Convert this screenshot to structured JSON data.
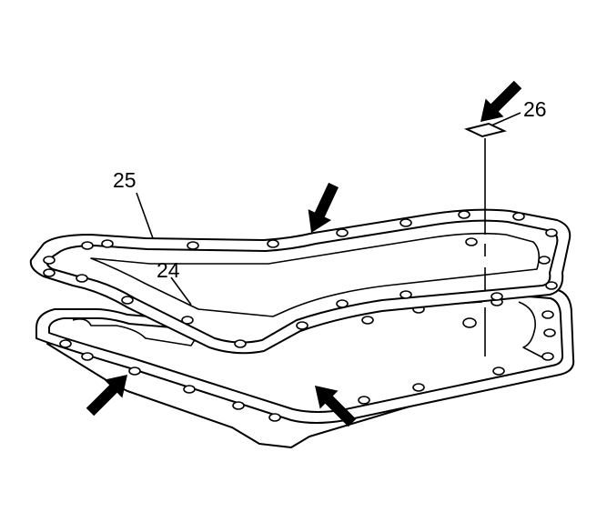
{
  "diagram": {
    "callouts": {
      "gasket": "25",
      "pan_lower_flange": "24",
      "sealant_square": "26"
    },
    "colors": {
      "line": "#000000",
      "fill": "#ffffff",
      "arrow": "#000000"
    }
  }
}
